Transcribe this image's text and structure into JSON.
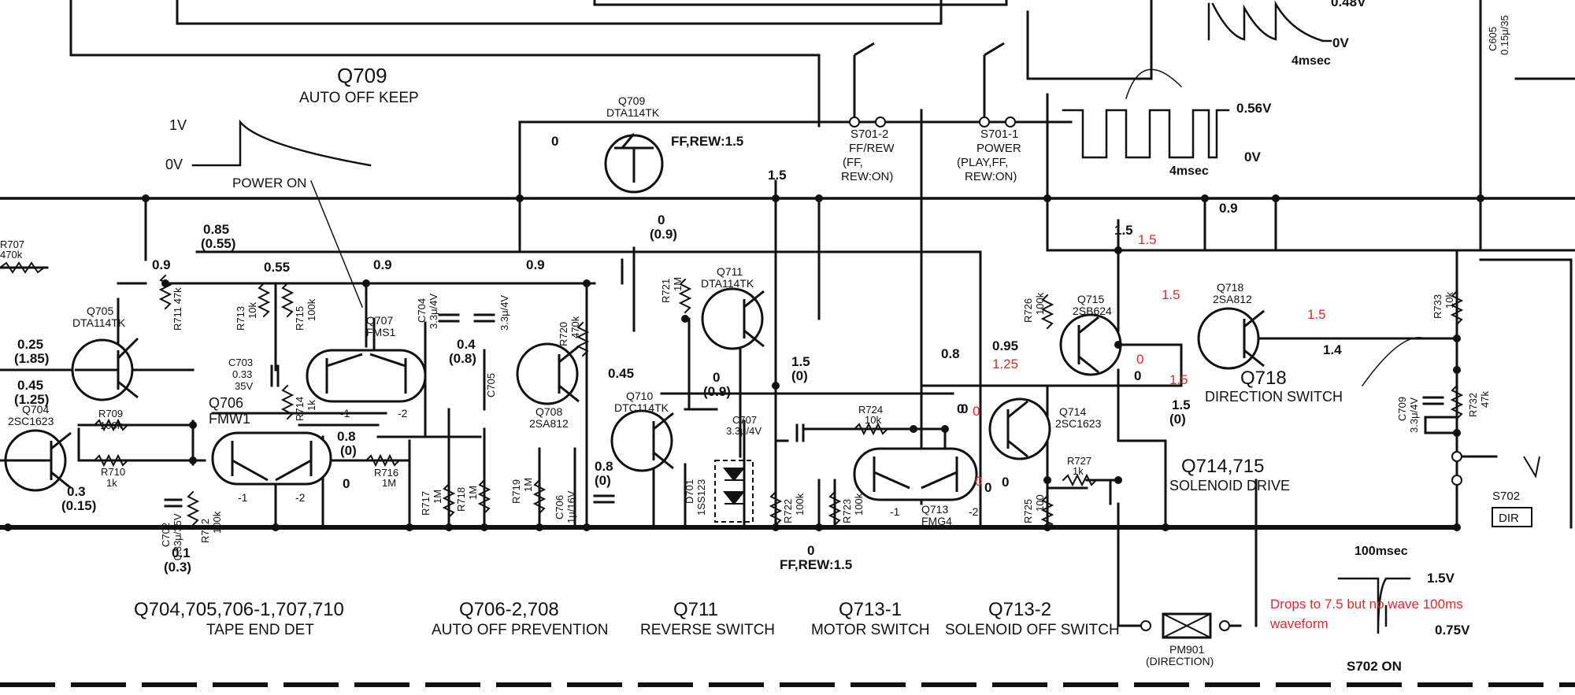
{
  "colors": {
    "ink": "#111111",
    "annotation": "#e0282c",
    "background": "#ffffff"
  },
  "top_labels": {
    "q709_title": "Q709",
    "q709_sub": "AUTO OFF KEEP",
    "v1": "1V",
    "v0": "0V",
    "power_on": "POWER ON"
  },
  "waveforms": {
    "top_0v": "0V",
    "top_048": "0.48V",
    "top_period": "4msec",
    "mid_056": "0.56V",
    "mid_0v": "0V",
    "mid_period": "4msec",
    "bot_100": "100msec",
    "bot_15": "1.5V",
    "bot_075": "0.75V",
    "bot_caption": "S702 ON"
  },
  "switches": {
    "s7012_name": "S701-2",
    "s7012_l1": "FF/REW",
    "s7012_l2": "(FF,",
    "s7012_l3": "REW:ON)",
    "s7011_name": "S701-1",
    "s7011_l1": "POWER",
    "s7011_l2": "(PLAY,FF,",
    "s7011_l3": "REW:ON)",
    "s702_name": "S702",
    "s702_box": "DIR"
  },
  "transistors": {
    "q709": {
      "name": "Q709",
      "part": "DTA114TK"
    },
    "q705": {
      "name": "Q705",
      "part": "DTA114TK"
    },
    "q704": {
      "name": "Q704",
      "part": "2SC1623"
    },
    "q706": {
      "name": "Q706",
      "part": "FMW1"
    },
    "q707": {
      "name": "Q707",
      "part": "FMS1"
    },
    "q708": {
      "name": "Q708",
      "part": "2SA812"
    },
    "q710": {
      "name": "Q710",
      "part": "DTC114TK"
    },
    "q711": {
      "name": "Q711",
      "part": "DTA114TK"
    },
    "q713": {
      "name": "Q713",
      "part": "FMG4"
    },
    "q714": {
      "name": "Q714",
      "part": "2SC1623"
    },
    "q715": {
      "name": "Q715",
      "part": "2SB624"
    },
    "q718": {
      "name": "Q718",
      "part": "2SA812"
    },
    "q718_big": "Q718",
    "q718_func": "DIRECTION SWITCH",
    "q714_715": "Q714,715",
    "q714_715_func": "SOLENOID DRIVE",
    "pin_m1": "-1",
    "pin_m2": "-2"
  },
  "components": {
    "r707": "R707",
    "r707_v": "470k",
    "r711": "R711 47k",
    "r713": "R713",
    "r713_v": "10k",
    "r715": "R715",
    "r715_v": "100k",
    "r714": "R714",
    "r714_v": "1k",
    "r709": "R709",
    "r709_v": "100k",
    "r710": "R710",
    "r710_v": "1k",
    "r712": "R712",
    "r712_v": "100k",
    "r716": "R716",
    "r716_v": "1M",
    "r717": "R717",
    "r717_v": "1M",
    "r718": "R718",
    "r718_v": "1M",
    "r719": "R719",
    "r719_v": "1M",
    "r720": "R720",
    "r720_v": "470k",
    "r721": "R721",
    "r721_v": "1M",
    "r722": "R722",
    "r722_v": "100k",
    "r723": "R723",
    "r723_v": "100k",
    "r724": "R724",
    "r724_v": "10k",
    "r725": "R725",
    "r725_v": "100",
    "r726": "R726",
    "r726_v": "100k",
    "r727": "R727",
    "r727_v": "1k",
    "r732": "R732",
    "r732_v": "47k",
    "r733": "R733",
    "r733_v": "10k",
    "c702": "C702",
    "c702_v": "0.33μ/35V",
    "c703": "C703",
    "c703_v1": "0.33",
    "c703_v2": "35V",
    "c704": "C704",
    "c704_v": "3.3μ/4V",
    "c705": "C705",
    "c705_v": "3.3μ/4V",
    "c706": "C706",
    "c706_v": "1μ/16V",
    "c707": "C707",
    "c707_v": "3.3μ/4V",
    "c709": "C709",
    "c709_v": "3.3μ/4V",
    "d701": "D701",
    "d701_v": "1SS123",
    "pm901": "PM901",
    "pm901_v": "(DIRECTION)",
    "c605": "C605",
    "c605_v": "0.15μ/35"
  },
  "voltages": {
    "v_0a": "0",
    "v_ffrew_top": "FF,REW:1.5",
    "v_0_09_a": "0",
    "v_09_a": "(0.9)",
    "v_15_top": "1.5",
    "v_085": "0.85",
    "v_055p": "(0.55)",
    "v_055": "0.55",
    "v_09_l": "0.9",
    "v_09_m": "0.9",
    "v_09_r": "0.9",
    "v_025": "0.25",
    "v_185": "(1.85)",
    "v_045": "0.45",
    "v_125": "(1.25)",
    "v_03": "0.3",
    "v_015": "(0.15)",
    "v_04": "0.4",
    "v_08p": "(0.8)",
    "v_045r": "0.45",
    "v_08": "0.8",
    "v_0p": "(0)",
    "v_0c": "0",
    "v_0d": "0",
    "v_09p": "(0.9)",
    "v_15b": "1.5",
    "v_0e": "(0)",
    "v_08b": "0.8",
    "v_0pb": "(0)",
    "v_0f": "0",
    "v_ffrew_bot": "FF,REW:1.5",
    "v_01": "0.1",
    "v_03p": "(0.3)",
    "v_08c": "0.8",
    "v_0g": "0",
    "v_0h": "0",
    "v_0i": "0",
    "v_0j": "0",
    "v_095": "0.95",
    "v_15c": "1.5",
    "v_15d": "1.5",
    "v_0k": "(0)",
    "v_14": "1.4",
    "v_09_far": "0.9",
    "v_0l": "0",
    "v_08d": "0.8"
  },
  "red_annotations": {
    "r_15a": "1.5",
    "r_15b": "1.5",
    "r_15c": "1.5",
    "r_15d": "1.5",
    "r_125": "1.25",
    "r_0a": "0",
    "r_0b": "0",
    "r_0c": "0",
    "note_l1": "Drops to 7.5 but no wave 100ms",
    "note_l2": "waveform"
  },
  "sections": {
    "s1_title": "Q704,705,706-1,707,710",
    "s1_sub": "TAPE END DET",
    "s2_title": "Q706-2,708",
    "s2_sub": "AUTO OFF PREVENTION",
    "s3_title": "Q711",
    "s3_sub": "REVERSE SWITCH",
    "s4_title": "Q713-1",
    "s4_sub": "MOTOR SWITCH",
    "s5_title": "Q713-2",
    "s5_sub": "SOLENOID OFF SWITCH"
  }
}
